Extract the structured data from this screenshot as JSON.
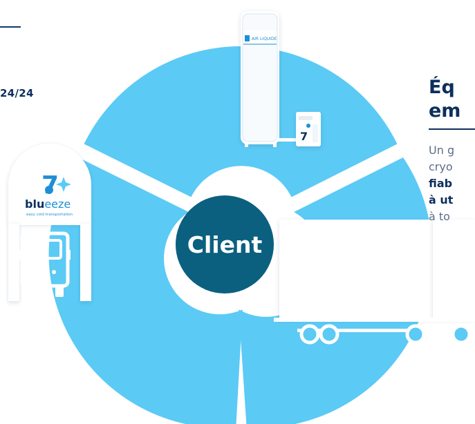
{
  "left_panel": {
    "hours_label": "24/24"
  },
  "center": {
    "hub_label": "Client"
  },
  "tank": {
    "brand_label": "AIR LIQUIDE"
  },
  "station": {
    "brand_name_bold": "blu",
    "brand_name_light": "eeze",
    "tagline": "easy cold transportation"
  },
  "right_panel": {
    "heading_line1": "Éq",
    "heading_line2": "em",
    "body_line1": "Un g",
    "body_line2": "cryo",
    "body_line3_bold": "fiab",
    "body_line4_bold": "à ut",
    "body_line5": "à to"
  },
  "colors": {
    "segment": "#5bcaf5",
    "hub": "#0b607f",
    "navy": "#0d2f5c",
    "brand_blue": "#1e8fd6",
    "light_gray": "#e6eef4"
  }
}
